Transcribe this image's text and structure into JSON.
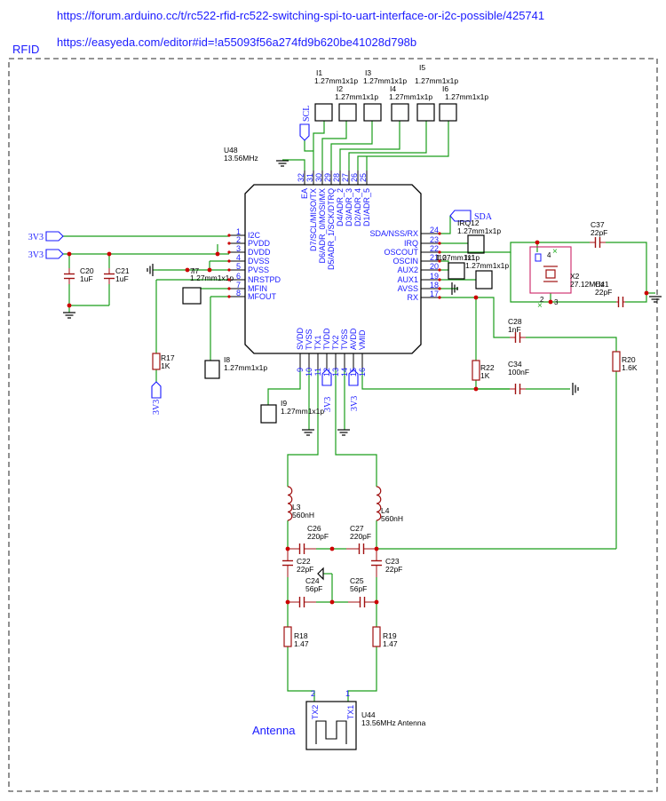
{
  "header": {
    "link1": "https://forum.arduino.cc/t/rc522-rfid-rc522-switching-spi-to-uart-interface-or-i2c-possible/425741",
    "link2": "https://easyeda.com/editor#id=!a55093f56a274fd9b620be41028d798b"
  },
  "sheet": {
    "title": "RFID",
    "antenna_label": "Antenna"
  },
  "colors": {
    "wire": "#1a9e1a",
    "body": "#000000",
    "label": "#1a1aff",
    "junction": "#cc0000",
    "component": "#a01010",
    "crystal": "#cc2266"
  },
  "ic": {
    "ref": "U48",
    "value": "13.56MHz",
    "pins_left": [
      {
        "num": "1",
        "name": "I2C"
      },
      {
        "num": "2",
        "name": "PVDD"
      },
      {
        "num": "3",
        "name": "DVDD"
      },
      {
        "num": "4",
        "name": "DVSS"
      },
      {
        "num": "5",
        "name": "PVSS"
      },
      {
        "num": "6",
        "name": "NRSTPD"
      },
      {
        "num": "7",
        "name": "MFIN"
      },
      {
        "num": "8",
        "name": "MFOUT"
      }
    ],
    "pins_right": [
      {
        "num": "24",
        "name": "SDA/NSS/RX"
      },
      {
        "num": "23",
        "name": "IRQ"
      },
      {
        "num": "22",
        "name": "OSCOUT"
      },
      {
        "num": "21",
        "name": "OSCIN"
      },
      {
        "num": "20",
        "name": "AUX2"
      },
      {
        "num": "19",
        "name": "AUX1"
      },
      {
        "num": "18",
        "name": "AVSS"
      },
      {
        "num": "17",
        "name": "RX"
      }
    ],
    "pins_top": [
      {
        "num": "32",
        "name": "EA"
      },
      {
        "num": "31",
        "name": "D7/SCL/MISO/TX"
      },
      {
        "num": "30",
        "name": "D6/ADR_0/MOSI/MX"
      },
      {
        "num": "29",
        "name": "D5/ADR_1/SCK/DTRQ"
      },
      {
        "num": "28",
        "name": "D4/ADR_2"
      },
      {
        "num": "27",
        "name": "D3/ADR_3"
      },
      {
        "num": "26",
        "name": "D2/ADR_4"
      },
      {
        "num": "25",
        "name": "D1/ADR_5"
      }
    ],
    "pins_bottom": [
      {
        "num": "9",
        "name": "SVDD"
      },
      {
        "num": "10",
        "name": "TVSS"
      },
      {
        "num": "11",
        "name": "TX1"
      },
      {
        "num": "12",
        "name": "TVDD"
      },
      {
        "num": "13",
        "name": "TX2"
      },
      {
        "num": "14",
        "name": "TVSS"
      },
      {
        "num": "15",
        "name": "AVDD"
      },
      {
        "num": "16",
        "name": "VMID"
      }
    ]
  },
  "headers": [
    {
      "ref": "I1",
      "value": "1.27mm1x1p"
    },
    {
      "ref": "I2",
      "value": "1.27mm1x1p"
    },
    {
      "ref": "I3",
      "value": "1.27mm1x1p"
    },
    {
      "ref": "I4",
      "value": "1.27mm1x1p"
    },
    {
      "ref": "I5",
      "value": "1.27mm1x1p"
    },
    {
      "ref": "I6",
      "value": "1.27mm1x1p"
    },
    {
      "ref": "I7",
      "value": "1.27mm1x1p"
    },
    {
      "ref": "I8",
      "value": "1.27mm1x1p"
    },
    {
      "ref": "I9",
      "value": "1.27mm1x1p"
    },
    {
      "ref": "I10",
      "value": "1.27mm1x1p"
    },
    {
      "ref": "I11",
      "value": "1.27mm1x1p"
    },
    {
      "ref": "IRQ12",
      "value": "1.27mm1x1p"
    }
  ],
  "net_labels": {
    "scl": "SCL",
    "sda": "SDA",
    "v3v3": "3V3"
  },
  "capacitors": [
    {
      "ref": "C20",
      "value": "1uF"
    },
    {
      "ref": "C21",
      "value": "1uF"
    },
    {
      "ref": "C37",
      "value": "22pF"
    },
    {
      "ref": "C41",
      "value": "22pF"
    },
    {
      "ref": "C28",
      "value": "1nF"
    },
    {
      "ref": "C34",
      "value": "100nF"
    },
    {
      "ref": "C26",
      "value": "220pF"
    },
    {
      "ref": "C27",
      "value": "220pF"
    },
    {
      "ref": "C22",
      "value": "22pF"
    },
    {
      "ref": "C23",
      "value": "22pF"
    },
    {
      "ref": "C24",
      "value": "56pF"
    },
    {
      "ref": "C25",
      "value": "56pF"
    }
  ],
  "resistors": [
    {
      "ref": "R17",
      "value": "1K"
    },
    {
      "ref": "R22",
      "value": "1K"
    },
    {
      "ref": "R20",
      "value": "1.6K"
    },
    {
      "ref": "R18",
      "value": "1.47"
    },
    {
      "ref": "R19",
      "value": "1.47"
    }
  ],
  "inductors": [
    {
      "ref": "L3",
      "value": "560nH"
    },
    {
      "ref": "L4",
      "value": "560nH"
    }
  ],
  "crystal": {
    "ref": "X2",
    "value": "27.12MHz"
  },
  "antenna": {
    "ref": "U44",
    "value": "13.56MHz Antenna",
    "pin1": "1",
    "pin2": "2",
    "pin1_name": "TX1",
    "pin2_name": "TX2"
  }
}
